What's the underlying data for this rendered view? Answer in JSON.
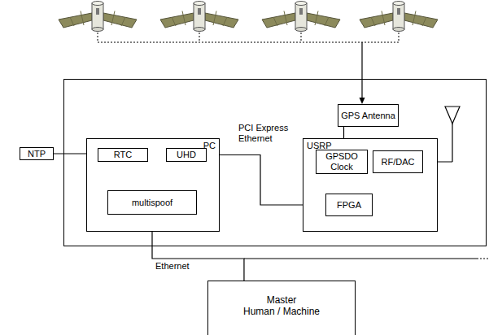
{
  "diagram": {
    "nodes": [
      {
        "text": [
          "NTP"
        ]
      },
      {
        "text": [
          "GPS Antenna"
        ]
      },
      {
        "text": [
          "PC"
        ]
      },
      {
        "text": [
          "RTC"
        ],
        "in": 2
      },
      {
        "text": [
          "UHD"
        ],
        "in": 2
      },
      {
        "text": [
          "multispoof"
        ],
        "in": 2
      },
      {
        "text": [
          "USRP"
        ]
      },
      {
        "text": [
          "GPSDO Clock"
        ],
        "in": 6
      },
      {
        "text": [
          "RF/DAC"
        ],
        "in": 6
      },
      {
        "text": [
          "FPGA"
        ],
        "in": 6
      },
      {
        "text": [
          "Master",
          "Human / Machine"
        ]
      }
    ],
    "edges": [
      {
        "from": 0,
        "to": 3,
        "arrow": "to"
      },
      {
        "from": 3,
        "to": 4,
        "arrow": "to"
      },
      {
        "from": 5,
        "to": 4,
        "arrow": "to"
      },
      {
        "from": 4,
        "to": 9,
        "label": "PCI Express Ethernet",
        "arrow": "to"
      },
      {
        "from": 1,
        "to": 7,
        "arrow": "to"
      },
      {
        "from": 7,
        "to": 8,
        "arrow": "to"
      },
      {
        "from": 7,
        "to": 9,
        "arrow": "to"
      },
      {
        "from": 9,
        "to": 8,
        "arrow": "to"
      },
      {
        "from": 10,
        "to": 5,
        "label": "Ethernet",
        "arrow": "to"
      }
    ]
  }
}
